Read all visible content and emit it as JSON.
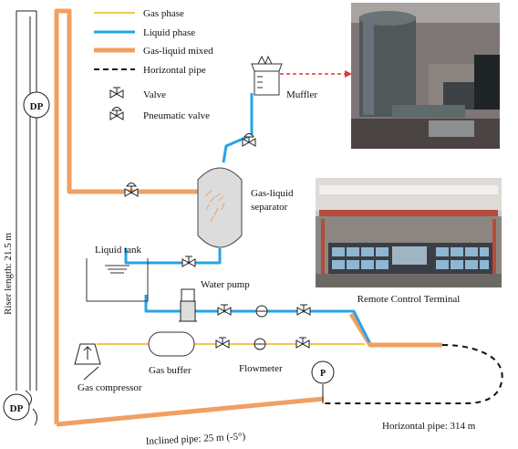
{
  "legend": {
    "gas": "Gas phase",
    "liquid": "Liquid phase",
    "mixed": "Gas-liquid mixed",
    "horizontal": "Horizontal pipe",
    "valve": "Valve",
    "pneumatic": "Pneumatic valve"
  },
  "labels": {
    "muffler": "Muffler",
    "separator_line1": "Gas-liquid",
    "separator_line2": "separator",
    "liquid_tank": "Liquid tank",
    "water_pump": "Water pump",
    "gas_buffer": "Gas buffer",
    "flowmeter": "Flowmeter",
    "gas_compressor": "Gas compressor",
    "remote_terminal": "Remote Control Terminal",
    "riser_length": "Riser length: 21.5 m",
    "inclined_pipe": "Inclined pipe: 25 m (-5°)",
    "horizontal_pipe": "Horizontal pipe: 314 m",
    "dp_top": "DP",
    "dp_bottom": "DP",
    "pressure": "P"
  },
  "colors": {
    "gas": "#f2c84b",
    "liquid": "#27a3e8",
    "mixed": "#f0a062",
    "horizontal": "#111111"
  },
  "icons": [
    "valve-icon",
    "pneumatic-valve-icon",
    "flowmeter-icon",
    "muffler-icon",
    "compressor-icon",
    "pump-icon"
  ]
}
